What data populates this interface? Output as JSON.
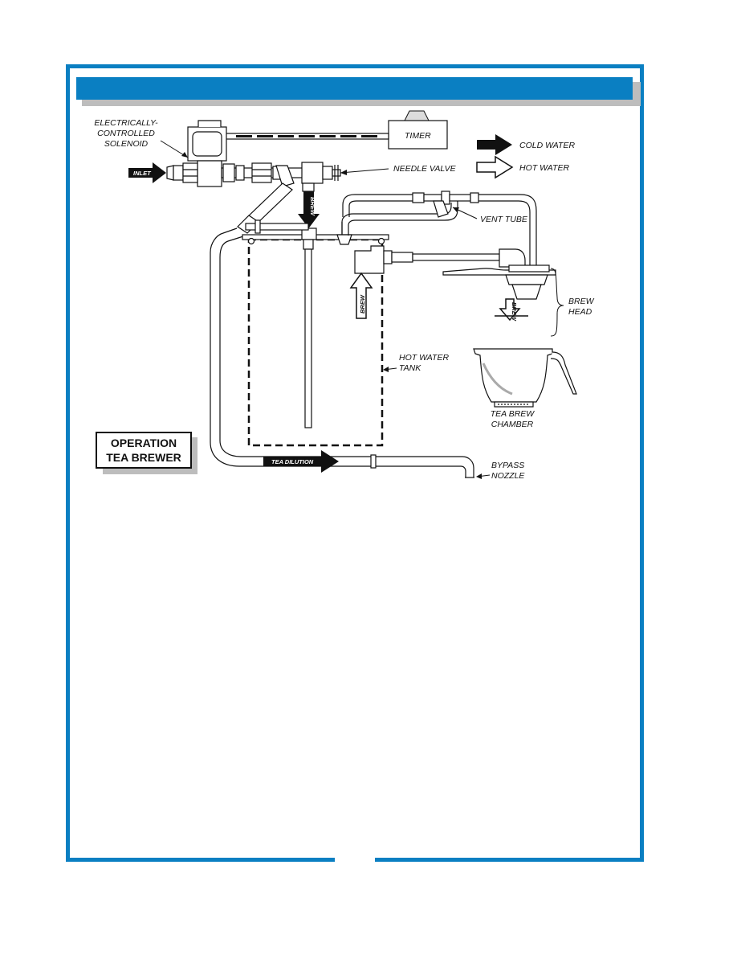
{
  "theme": {
    "accent": "#0a7fc2",
    "shadow": "#bdbdbd"
  },
  "labels": {
    "solenoid": [
      "ELECTRICALLY-",
      "CONTROLLED",
      "SOLENOID"
    ],
    "timer": "TIMER",
    "inlet": "INLET",
    "needle_valve": "NEEDLE VALVE",
    "vent_tube": "VENT TUBE",
    "brew_head": [
      "BREW",
      "HEAD"
    ],
    "hot_water_tank": [
      "HOT WATER",
      "TANK"
    ],
    "tea_brew_chamber": [
      "TEA BREW",
      "CHAMBER"
    ],
    "bypass_nozzle": [
      "BYPASS",
      "NOZZLE"
    ],
    "brew": "BREW",
    "tea_dilution": "TEA DILUTION"
  },
  "legend": [
    {
      "label": "COLD WATER",
      "style": "filled"
    },
    {
      "label": "HOT WATER",
      "style": "outline"
    }
  ],
  "badge": {
    "lines": [
      "OPERATION",
      "TEA BREWER"
    ]
  }
}
